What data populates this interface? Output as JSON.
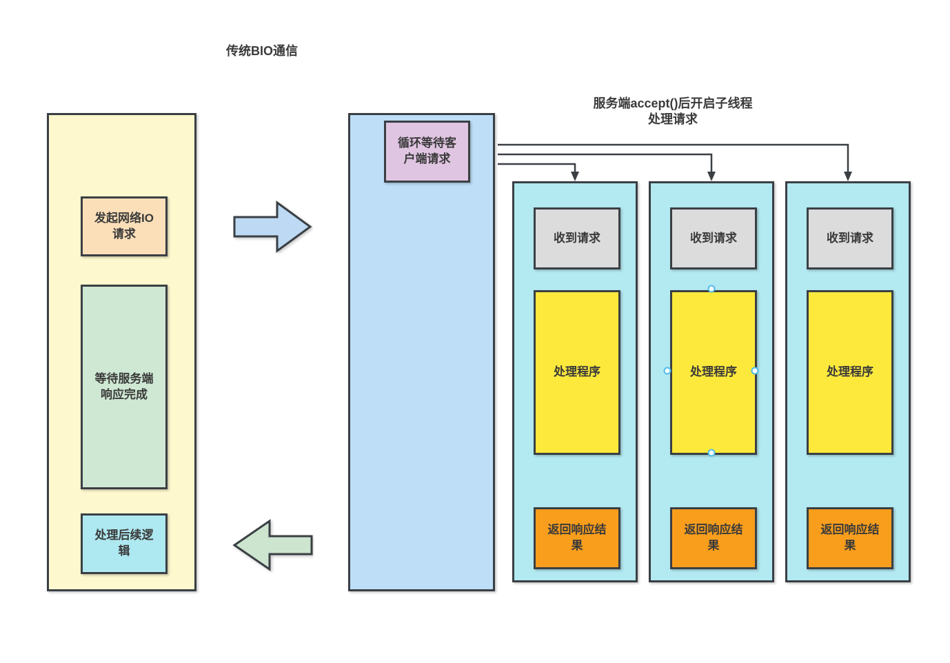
{
  "title": "传统BIO通信",
  "server_note": {
    "line1": "服务端accept()后开启子线程",
    "line2": "处理请求"
  },
  "client_flow": {
    "initiate_label": "发起网络IO请求",
    "wait_label": "等待服务端响应完成",
    "post_label": "处理后续逻辑"
  },
  "server_loop": {
    "accept_label": "循环等待客户端请求"
  },
  "threads": [
    {
      "receive_label": "收到请求",
      "process_label": "处理程序",
      "respond_label": "返回响应结果"
    },
    {
      "receive_label": "收到请求",
      "process_label": "处理程序",
      "respond_label": "返回响应结果"
    },
    {
      "receive_label": "收到请求",
      "process_label": "处理程序",
      "respond_label": "返回响应结果"
    }
  ],
  "icons": {
    "forward_arrow": "right-block-arrow",
    "back_arrow": "left-block-arrow",
    "connector_arrowheads": "down-arrowhead"
  },
  "colors": {
    "client_column_bg": "#fdf8ce",
    "initiate_box_bg": "#fbdfb9",
    "wait_box_bg": "#cfe8d3",
    "post_box_bg": "#aee8f0",
    "server_column_bg": "#bddef6",
    "accept_box_bg": "#e0c5e2",
    "thread_column_bg": "#b3e9f1",
    "receive_box_bg": "#dcdcdc",
    "process_box_bg": "#fde93b",
    "respond_box_bg": "#f99e1c",
    "forward_arrow_fill": "#bdd9f4",
    "back_arrow_fill": "#cde5cf",
    "shape_border": "#3a3f44",
    "selection_handle_border": "#4dbbe8"
  }
}
